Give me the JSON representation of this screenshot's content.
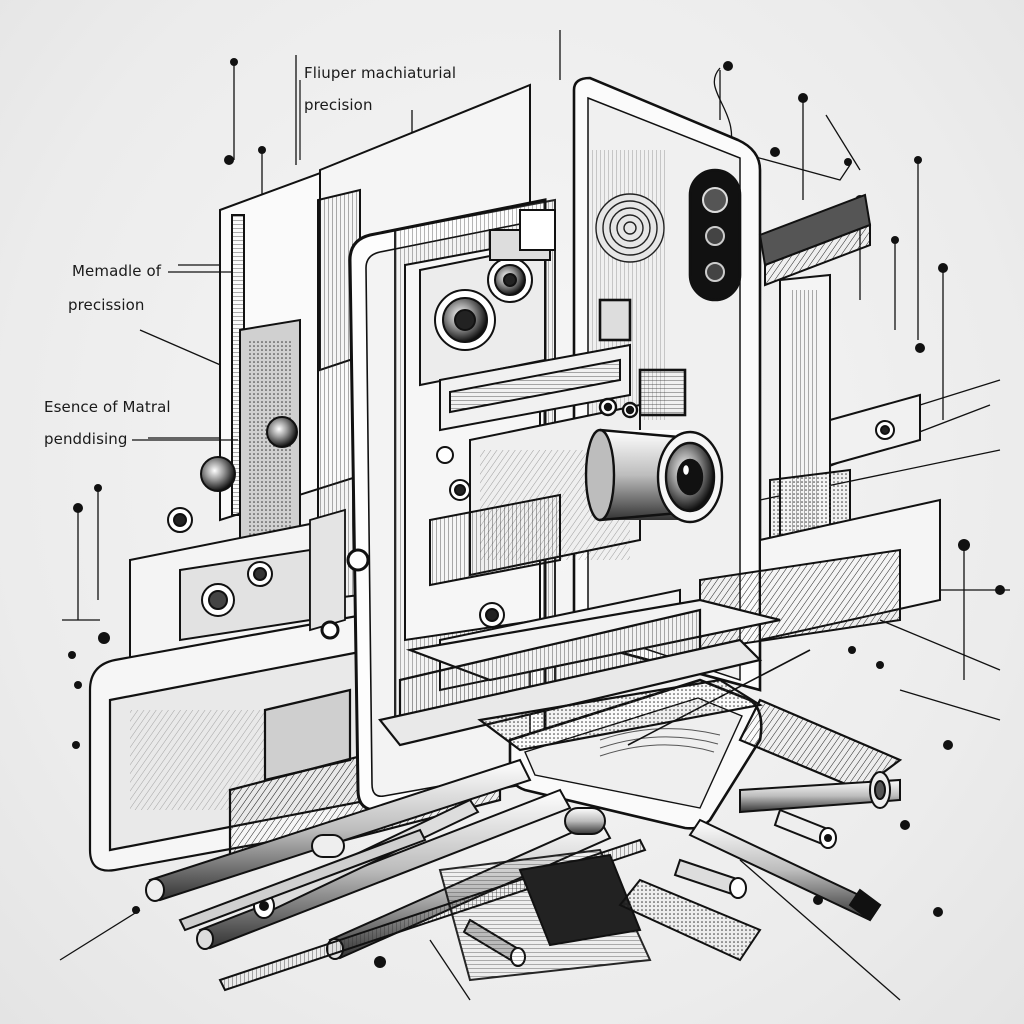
{
  "annotations": [
    {
      "line1": "Fliuper machiaturial",
      "line2": "precision"
    },
    {
      "line1": "Memadle of",
      "line2": "precission"
    },
    {
      "line1": "Esence of Matral",
      "line2": "penddising"
    }
  ],
  "colors": {
    "ink": "#111111",
    "paper": "#ededed",
    "shade": "#8a8a8a",
    "mid": "#c8c8c8"
  },
  "icons": [
    "camera-lens-icon",
    "camera-module-icon",
    "smartphone-icon"
  ]
}
